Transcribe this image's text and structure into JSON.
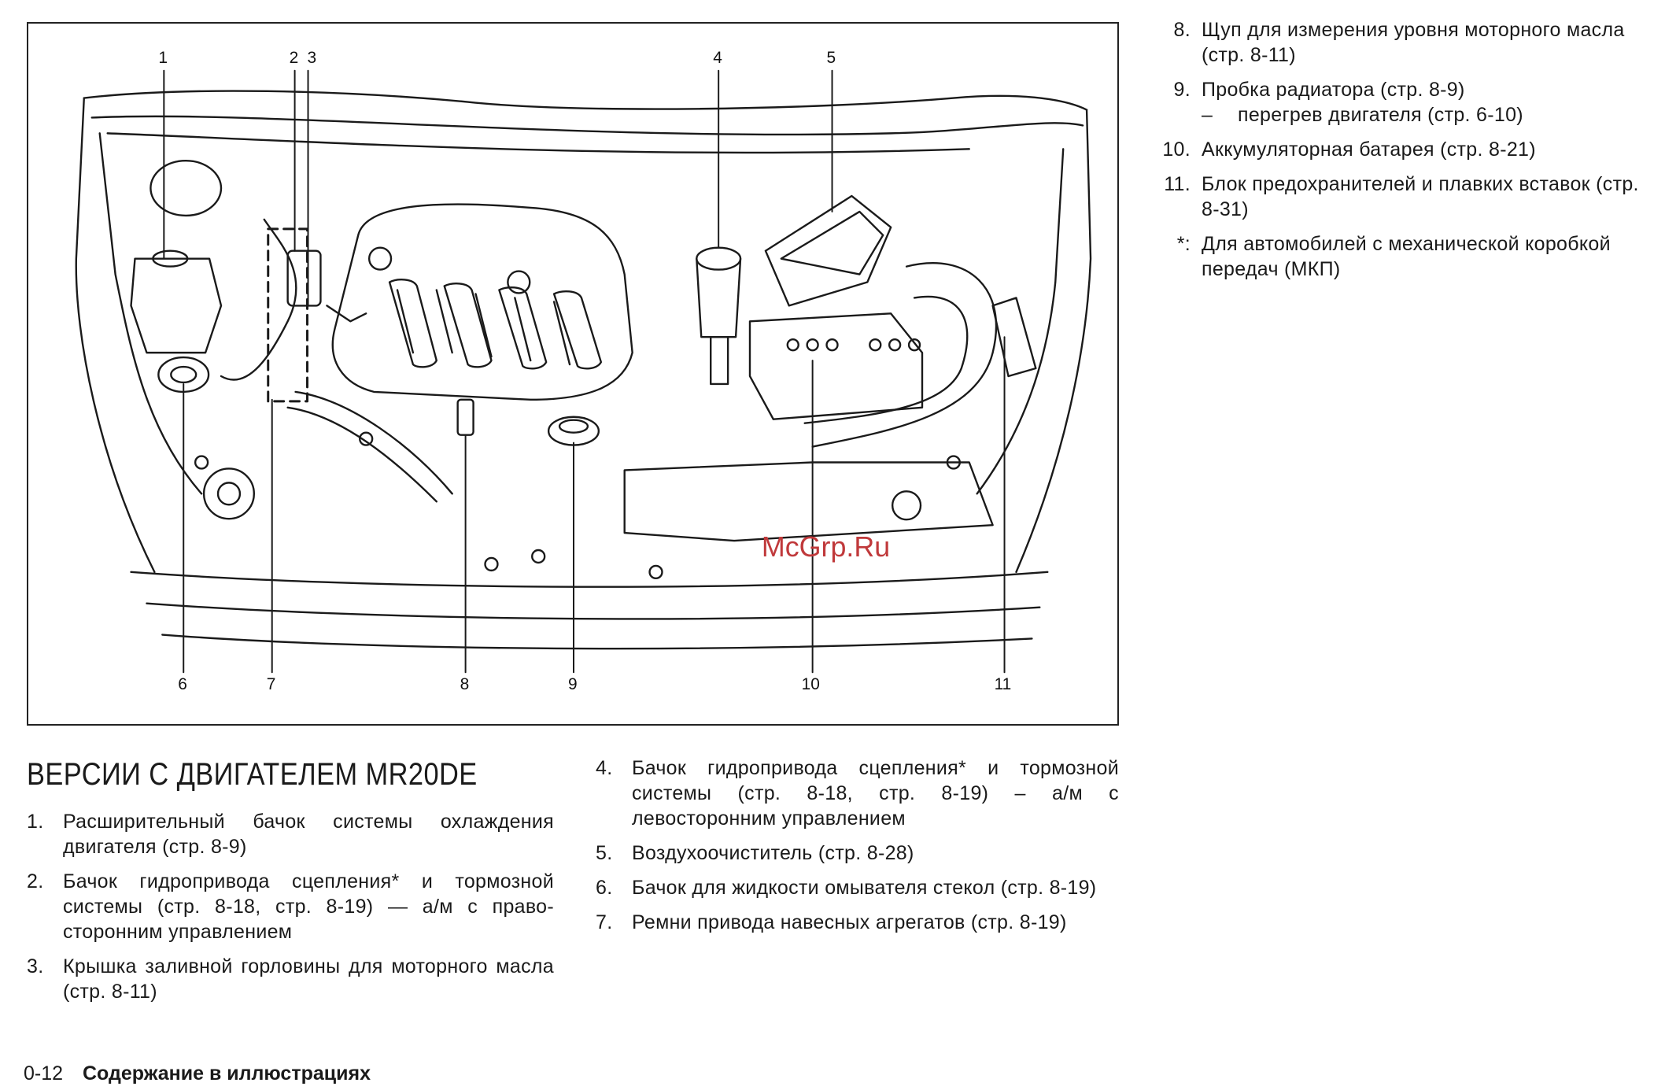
{
  "figure": {
    "callouts": [
      "1",
      "2",
      "3",
      "4",
      "5",
      "6",
      "7",
      "8",
      "9",
      "10",
      "11"
    ],
    "watermark": "McGrp.Ru"
  },
  "section_heading": "ВЕРСИИ С ДВИГАТЕЛЕМ MR20DE",
  "list_left": [
    {
      "num": "1.",
      "text": "Расширительный бачок системы охлаждения двигателя (стр. 8-9)"
    },
    {
      "num": "2.",
      "text": "Бачок гидропривода сцепления* и тормозной системы (стр. 8-18, стр. 8-19) — а/м с право-сторонним управлением"
    },
    {
      "num": "3.",
      "text": "Крышка заливной горловины для моторного масла (стр. 8-11)"
    }
  ],
  "list_mid": [
    {
      "num": "4.",
      "text": "Бачок гидропривода сцепления* и тормозной системы (стр. 8-18, стр. 8-19) – а/м с левосторонним управлением"
    },
    {
      "num": "5.",
      "text": "Воздухоочиститель (стр. 8-28)"
    },
    {
      "num": "6.",
      "text": "Бачок для жидкости омывателя стекол (стр. 8-19)"
    },
    {
      "num": "7.",
      "text": "Ремни привода навесных агрегатов (стр. 8-19)"
    }
  ],
  "list_right": [
    {
      "num": "8.",
      "text": "Щуп для измерения уровня моторного масла (стр. 8-11)"
    },
    {
      "num": "9.",
      "text": "Пробка радиатора (стр. 8-9)",
      "sub": {
        "dash": "–",
        "text": "перегрев двигателя (стр. 6-10)"
      }
    },
    {
      "num": "10.",
      "text": "Аккумуляторная батарея (стр. 8-21)"
    },
    {
      "num": "11.",
      "text": "Блок предохранителей и плавких вставок (стр. 8-31)"
    },
    {
      "num": "*:",
      "text": "Для автомобилей с механической коробкой передач (МКП)"
    }
  ],
  "footer": {
    "page": "0-12",
    "title": "Содержание в иллюстрациях"
  }
}
